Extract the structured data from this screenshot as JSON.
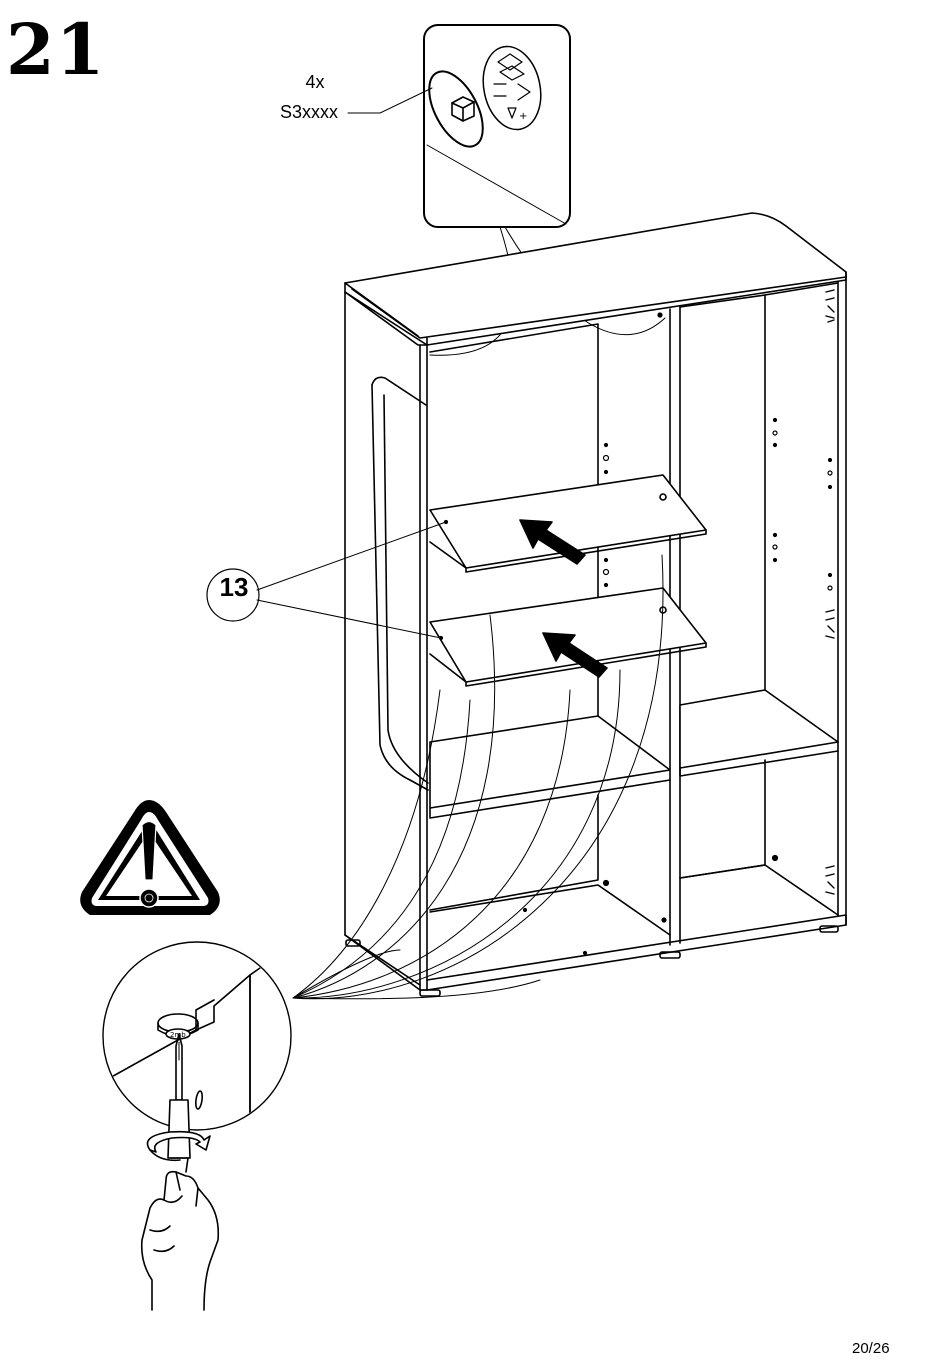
{
  "step": {
    "number": "21"
  },
  "hardware_callout": {
    "quantity": "4x",
    "code": "S3xxxx"
  },
  "part_label": {
    "number": "13"
  },
  "footer": {
    "page": "20/26"
  },
  "colors": {
    "ink": "#000000",
    "paper": "#ffffff"
  },
  "icons": [
    "warning-triangle-icon",
    "screwdriver-icon",
    "hand-icon",
    "rotation-arrow-icon",
    "push-arrow-icon"
  ]
}
